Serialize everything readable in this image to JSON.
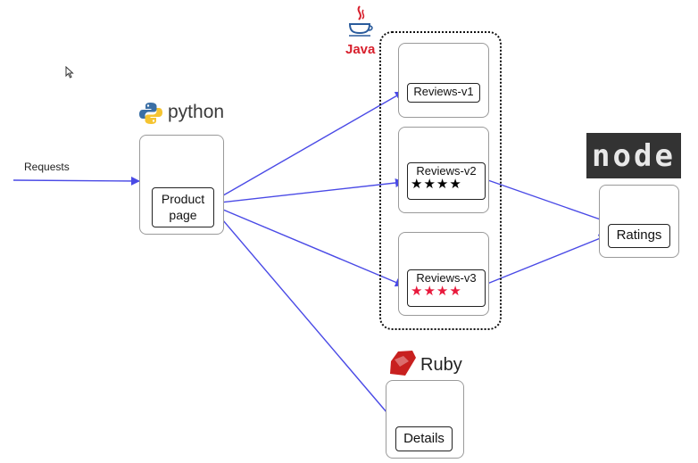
{
  "requests_label": "Requests",
  "tech": {
    "python": "python",
    "java": "Java",
    "node": "node",
    "ruby": "Ruby"
  },
  "services": {
    "productpage": {
      "line1": "Product",
      "line2": "page"
    },
    "reviews_v1": {
      "label": "Reviews-v1"
    },
    "reviews_v2": {
      "label": "Reviews-v2",
      "stars": "★★★★"
    },
    "reviews_v3": {
      "label": "Reviews-v3",
      "stars": "★★★★"
    },
    "ratings": {
      "label": "Ratings"
    },
    "details": {
      "label": "Details"
    }
  },
  "colors": {
    "arrow": "#4a4ae6",
    "stars_v2": "#000000",
    "stars_v3": "#e8193c",
    "java_red": "#d8202d",
    "python_blue": "#3b6fa5",
    "python_yellow": "#f5c431",
    "ruby_red": "#c8201f"
  }
}
